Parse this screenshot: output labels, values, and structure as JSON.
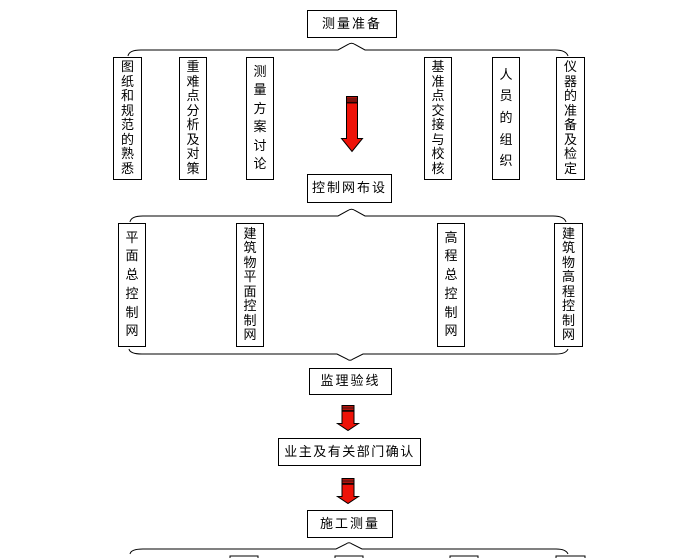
{
  "diagram": {
    "title_box": "测量准备",
    "prep_branches": [
      "图纸和规范的熟悉",
      "重难点分析及对策",
      "测量方案讨论",
      "基准点交接与校核",
      "人员的组织",
      "仪器的准备及检定"
    ],
    "control_box": "控制网布设",
    "control_branches": [
      "平面总控制网",
      "建筑物平面控制网",
      "高程总控制网",
      "建筑物高程控制网"
    ],
    "supervision_box": "监理验线",
    "confirm_box": "业主及有关部门确认",
    "construction_box": "施工测量"
  },
  "colors": {
    "line": "#000000",
    "box_fill": "#ffffff",
    "text": "#000000",
    "arrow_red": "#ee1208",
    "arrow_band_dark": "#7c1410",
    "arrow_band_black": "#1c0402"
  }
}
